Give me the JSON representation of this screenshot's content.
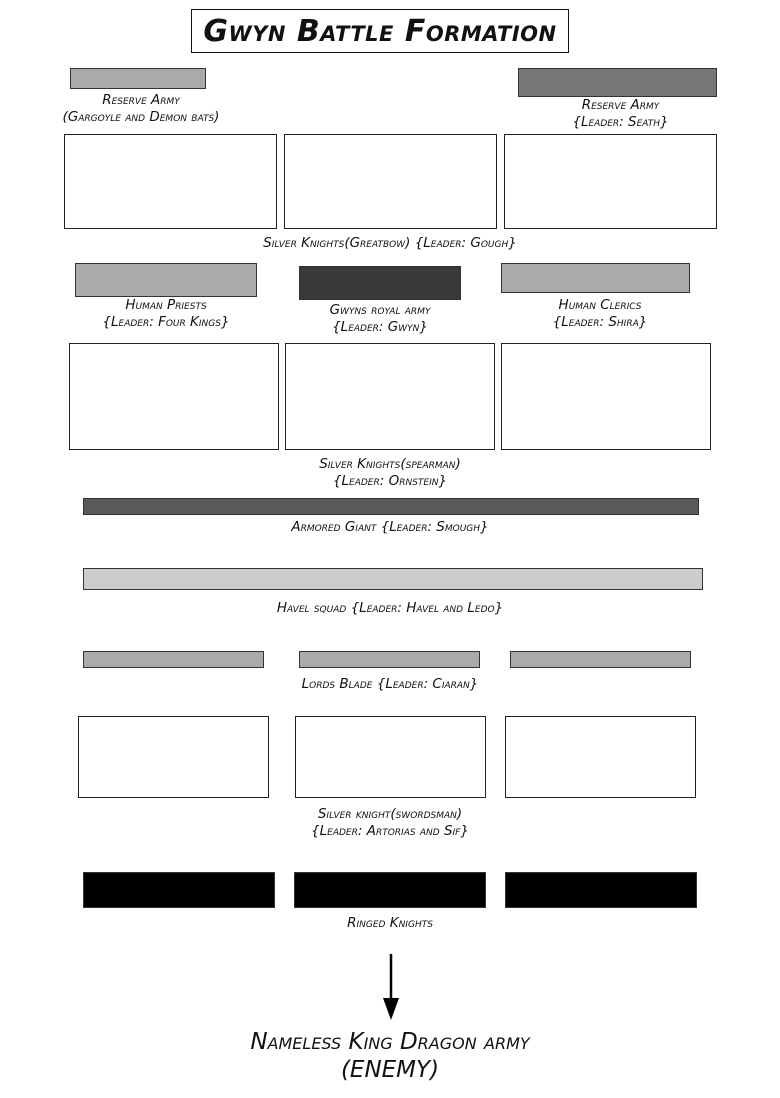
{
  "title": "Gwyn Battle Formation",
  "colors": {
    "light": "#cccccc",
    "mid_light": "#aaaaaa",
    "mid": "#777777",
    "dark": "#3a3a3a",
    "darker": "#5a5a5a",
    "black": "#000000"
  },
  "units": {
    "reserve_left": {
      "line1": "Reserve Army",
      "line2": "(Gargoyle and Demon bats)"
    },
    "reserve_right": {
      "line1": "Reserve Army",
      "line2": "{Leader: Seath}"
    },
    "silver_greatbow": {
      "line1": "Silver Knights(Greatbow) {Leader: Gough}"
    },
    "human_priests": {
      "line1": "Human Priests",
      "line2": "{Leader: Four Kings}"
    },
    "gwyn_royal": {
      "line1": "Gwyns royal army",
      "line2": "{Leader: Gwyn}"
    },
    "human_clerics": {
      "line1": "Human Clerics",
      "line2": "{Leader: Shira}"
    },
    "silver_spearman": {
      "line1": "Silver Knights(spearman)",
      "line2": "{Leader: Ornstein}"
    },
    "armored_giant": {
      "line1": "Armored Giant   {Leader: Smough}"
    },
    "havel_squad": {
      "line1": "Havel squad   {Leader: Havel and Ledo}"
    },
    "lords_blade": {
      "line1": "Lords Blade   {Leader: Ciaran}"
    },
    "silver_swordsman": {
      "line1": "Silver knight(swordsman)",
      "line2": "{Leader: Artorias and Sif}"
    },
    "ringed_knights": {
      "line1": "Ringed Knights"
    }
  },
  "enemy": {
    "line1": "Nameless King Dragon army",
    "line2": "(ENEMY)"
  }
}
